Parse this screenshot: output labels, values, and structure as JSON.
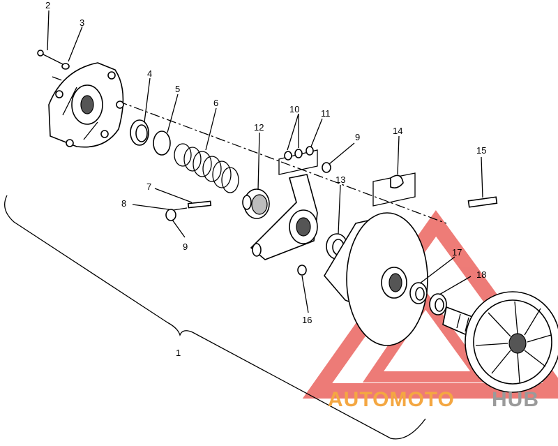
{
  "diagram": {
    "callouts": [
      {
        "id": "c1",
        "label": "1"
      },
      {
        "id": "c2",
        "label": "2"
      },
      {
        "id": "c3",
        "label": "3"
      },
      {
        "id": "c4",
        "label": "4"
      },
      {
        "id": "c5",
        "label": "5"
      },
      {
        "id": "c6",
        "label": "6"
      },
      {
        "id": "c7",
        "label": "7"
      },
      {
        "id": "c8",
        "label": "8"
      },
      {
        "id": "c9a",
        "label": "9"
      },
      {
        "id": "c9b",
        "label": "9"
      },
      {
        "id": "c10",
        "label": "10"
      },
      {
        "id": "c11",
        "label": "11"
      },
      {
        "id": "c12",
        "label": "12"
      },
      {
        "id": "c13",
        "label": "13"
      },
      {
        "id": "c14",
        "label": "14"
      },
      {
        "id": "c15",
        "label": "15"
      },
      {
        "id": "c16",
        "label": "16"
      },
      {
        "id": "c17",
        "label": "17"
      },
      {
        "id": "c18",
        "label": "18"
      }
    ]
  },
  "watermark": {
    "text_orange": "AUTOMOTO",
    "text_gray": "HUB",
    "color_red": "#e8504a",
    "color_orange": "#f4a742",
    "color_gray": "#9a9a9a"
  }
}
